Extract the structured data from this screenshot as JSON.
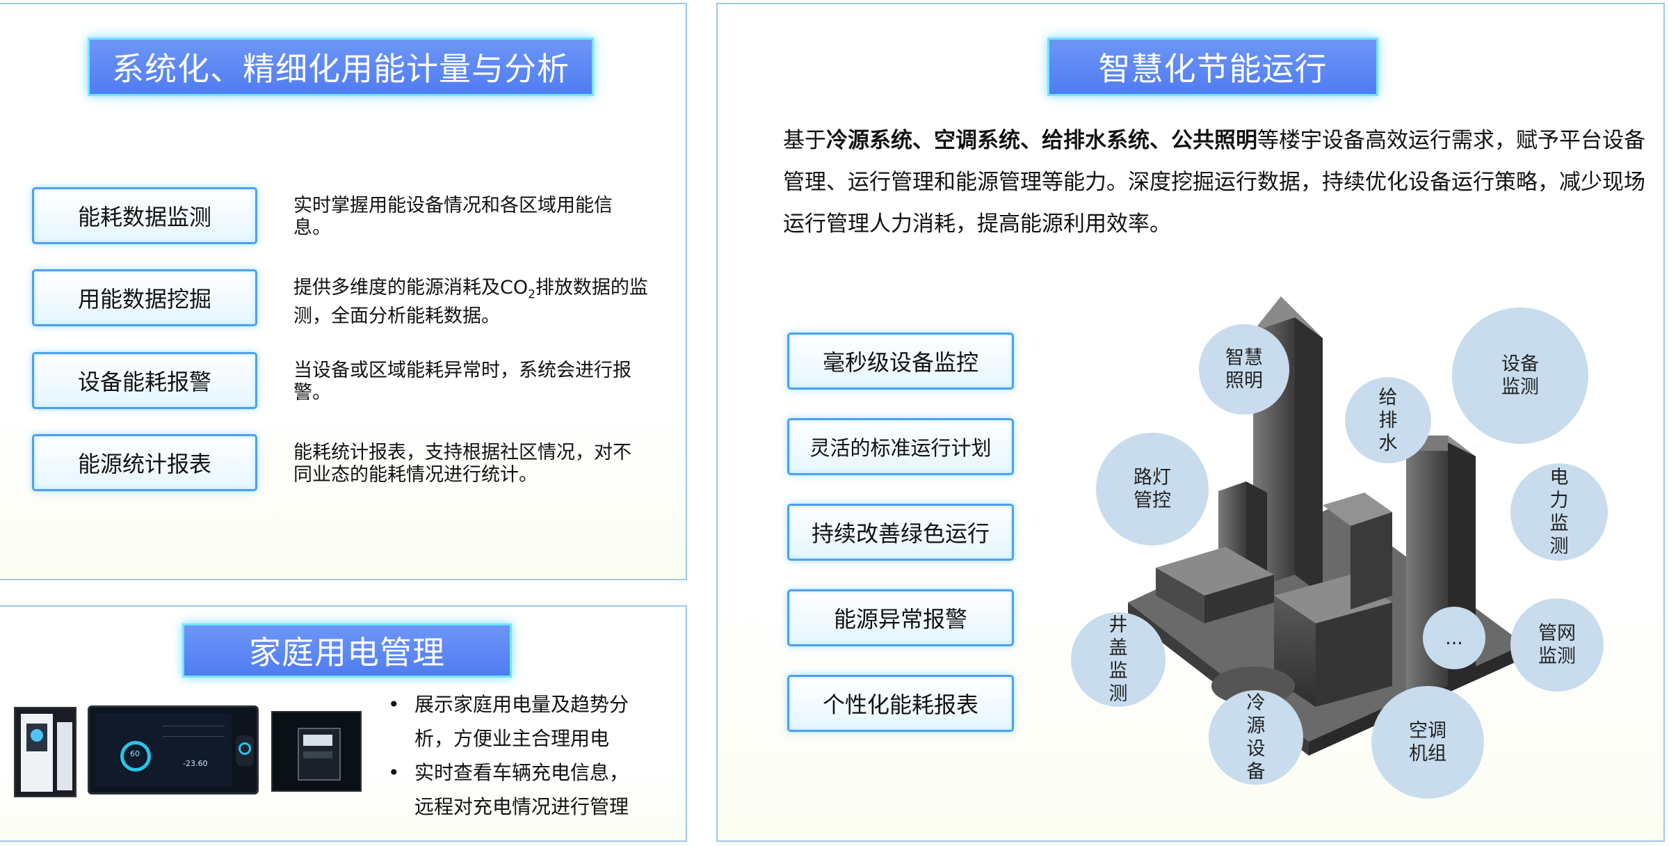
{
  "left_top": {
    "title": "系统化、精细化用能计量与分析",
    "features": [
      {
        "label": "能耗数据监测",
        "desc": "实时掌握用能设备情况和各区域用能信息。"
      },
      {
        "label": "用能数据挖掘",
        "desc_pre": "提供多维度的能源消耗及CO",
        "desc_sub": "2",
        "desc_post": "排放数据的监测，全面分析能耗数据。"
      },
      {
        "label": "设备能耗报警",
        "desc": "当设备或区域能耗异常时，系统会进行报警。"
      },
      {
        "label": "能源统计报表",
        "desc": "能耗统计报表，支持根据社区情况，对不同业态的能耗情况进行统计。"
      }
    ]
  },
  "left_bottom": {
    "title": "家庭用电管理",
    "bullets": [
      "展示家庭用电量及趋势分析，方便业主合理用电",
      "实时查看车辆充电信息，远程对充电情况进行管理"
    ],
    "screen_readout": "60",
    "screen_value": "-23.60"
  },
  "right": {
    "title": "智慧化节能运行",
    "para_prefix": "基于",
    "para_bold": "冷源系统、空调系统、给排水系统、公共照明",
    "para_suffix": "等楼宇设备高效运行需求，赋予平台设备管理、运行管理和能源管理等能力。深度挖掘运行数据，持续优化设备运行策略，减少现场运行管理人力消耗，提高能源利用效率。",
    "features": [
      "毫秒级设备监控",
      "灵活的标准运行计划",
      "持续改善绿色运行",
      "能源异常报警",
      "个性化能耗报表"
    ],
    "bubbles": [
      {
        "text": "智慧照明"
      },
      {
        "text": "给排水"
      },
      {
        "text": "设备监测"
      },
      {
        "text": "路灯管控"
      },
      {
        "text": "电力监测"
      },
      {
        "text": "井盖监测"
      },
      {
        "text": "..."
      },
      {
        "text": "管网监测"
      },
      {
        "text": "冷源设备"
      },
      {
        "text": "空调机组"
      }
    ]
  },
  "colors": {
    "title_fill": "#5b86f4",
    "title_glow": "#6ee6ff",
    "box_border": "#4ea0ee",
    "bubble": "#c8dcee"
  }
}
